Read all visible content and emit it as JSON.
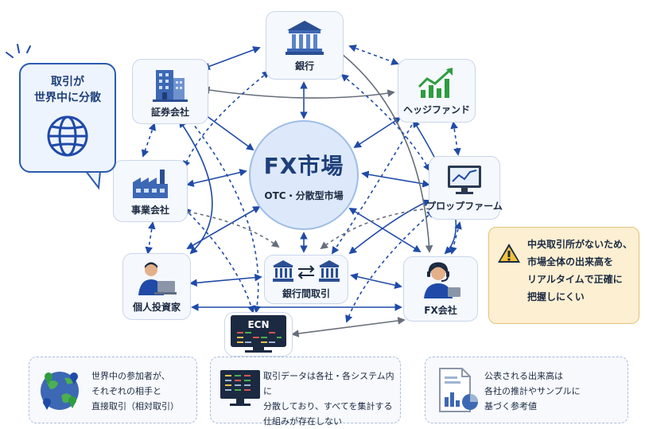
{
  "center": {
    "title": "FX市場",
    "subtitle": "OTC・分散型市場"
  },
  "nodes": {
    "bank": "銀行",
    "securities": "証券会社",
    "hedge_fund": "ヘッジファンド",
    "business": "事業会社",
    "prop_firm": "プロップファーム",
    "individual": "個人投資家",
    "interbank": "銀行間取引",
    "fx_company": "FX会社",
    "ecn": "ECN"
  },
  "callout": {
    "line1": "取引が",
    "line2": "世界中に分散"
  },
  "warning": {
    "lines": [
      "中央取引所がないため、",
      "市場全体の出来高を",
      "リアルタイムで正確に",
      "把握しにくい"
    ]
  },
  "info_boxes": [
    {
      "lines": [
        "世界中の参加者が、",
        "それぞれの相手と",
        "直接取引（相対取引）"
      ]
    },
    {
      "lines": [
        "取引データは各社・各システム内に",
        "分散しており、すべてを集計する",
        "仕組みが存在しない"
      ]
    },
    {
      "lines": [
        "公表される出来高は",
        "各社の推計やサンプルに",
        "基づく参考値"
      ]
    }
  ],
  "icons": {
    "bank": "bank-building-icon",
    "securities": "office-building-icon",
    "hedge_fund": "growth-chart-icon",
    "business": "factory-icon",
    "prop_firm": "monitor-chart-icon",
    "individual": "person-laptop-icon",
    "interbank": "bank-exchange-icon",
    "fx_company": "headset-operator-icon",
    "ecn": "trading-screen-icon",
    "callout": "globe-icon",
    "warning": "warning-triangle-icon",
    "info1": "world-map-pins-icon",
    "info2": "data-screen-icon",
    "info3": "report-chart-icon"
  },
  "colors": {
    "accent": "#1f4aa8",
    "gray": "#666f7b",
    "warning_bg": "#fcefd2",
    "green": "#2e9d3f"
  }
}
